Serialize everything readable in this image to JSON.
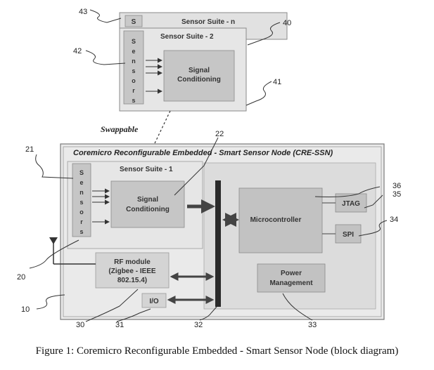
{
  "diagram": {
    "title": "Coremicro Reconfigurable Embedded - Smart Sensor Node (CRE-SSN)",
    "swappable_label": "Swappable",
    "sensor_suite_n": {
      "s_label": "S",
      "title": "Sensor Suite - n"
    },
    "sensor_suite_2": {
      "title": "Sensor Suite - 2",
      "sensors_letters": [
        "S",
        "e",
        "n",
        "s",
        "o",
        "r",
        "s"
      ],
      "signal_conditioning_line1": "Signal",
      "signal_conditioning_line2": "Conditioning"
    },
    "sensor_suite_1": {
      "title": "Sensor Suite - 1",
      "sensors_letters": [
        "S",
        "e",
        "n",
        "s",
        "o",
        "r",
        "s"
      ],
      "signal_conditioning_line1": "Signal",
      "signal_conditioning_line2": "Conditioning"
    },
    "rf_module": {
      "line1": "RF module",
      "line2": "(Zigbee - IEEE",
      "line3": "802.15.4)"
    },
    "io_label": "I/O",
    "microcontroller_label": "Microcontroller",
    "jtag_label": "JTAG",
    "spi_label": "SPI",
    "power_management": {
      "line1": "Power",
      "line2": "Management"
    },
    "reference_numbers": {
      "n10": "10",
      "n20": "20",
      "n21": "21",
      "n22": "22",
      "n30": "30",
      "n31": "31",
      "n32": "32",
      "n33": "33",
      "n34": "34",
      "n35": "35",
      "n36": "36",
      "n40": "40",
      "n41": "41",
      "n42": "42",
      "n43": "43"
    }
  },
  "caption": "Figure 1: Coremicro Reconfigurable Embedded - Smart Sensor Node (block diagram)"
}
